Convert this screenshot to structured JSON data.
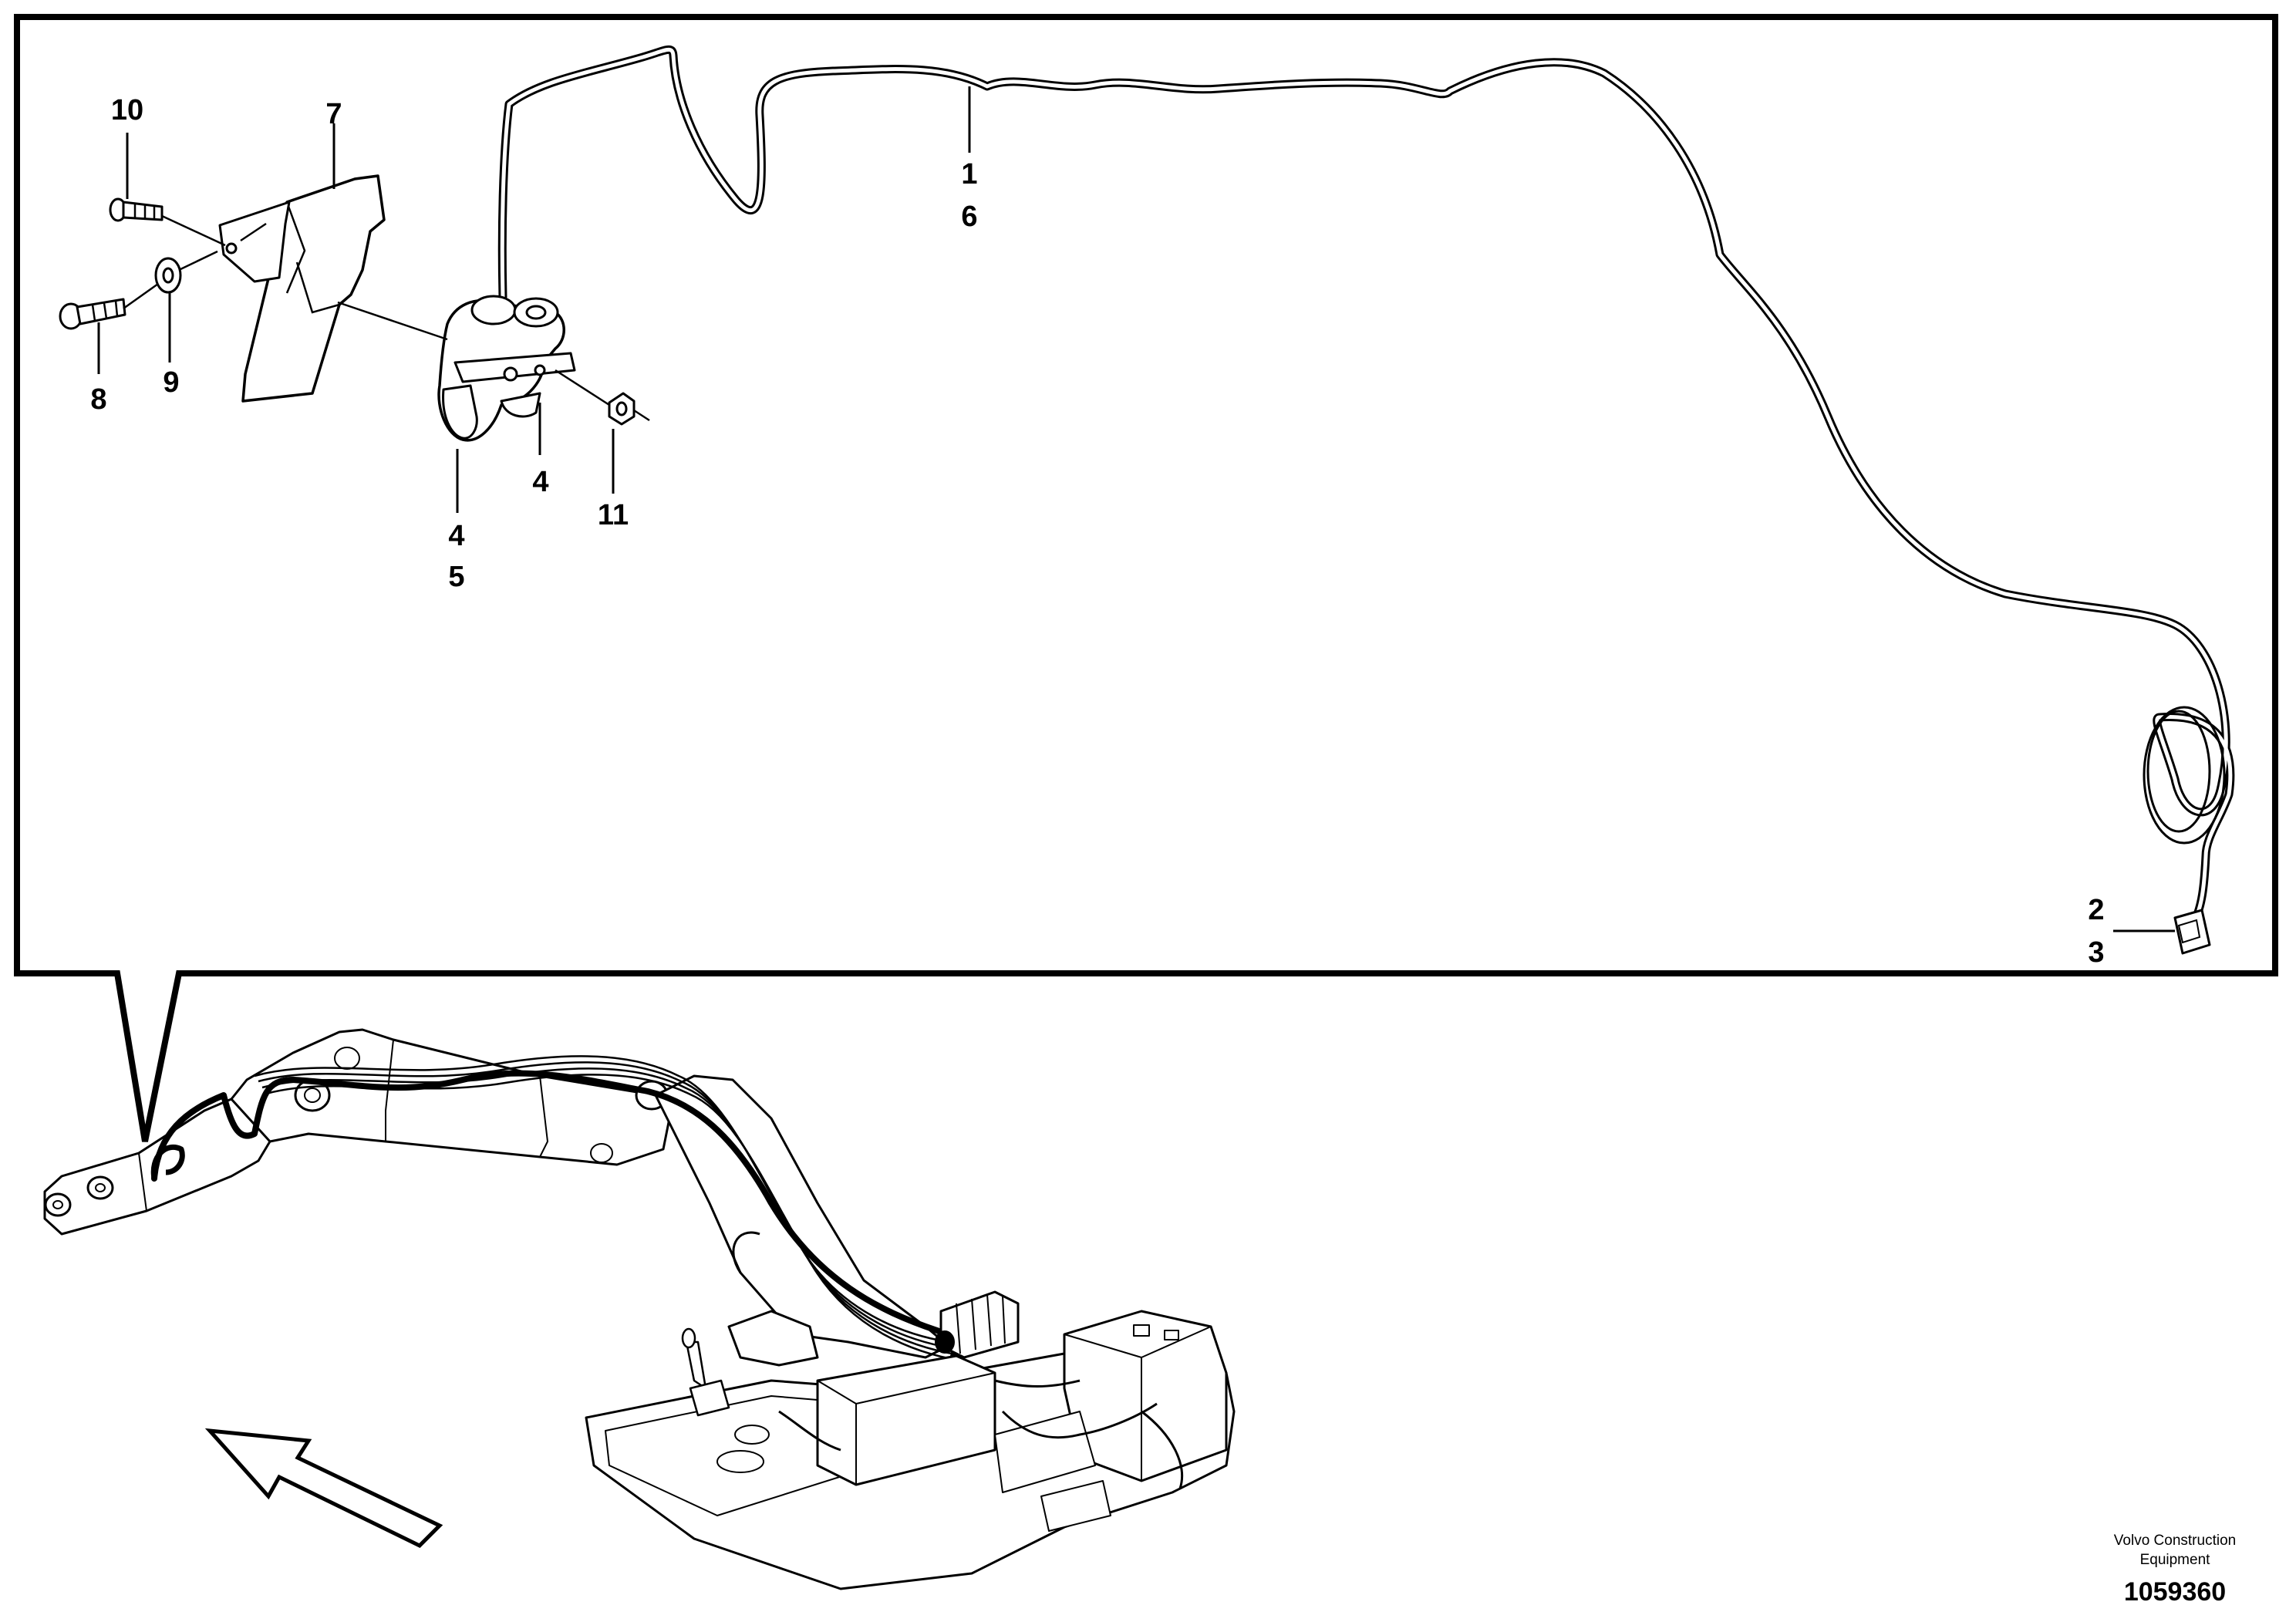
{
  "detail_callouts": {
    "c1": "1",
    "c6": "6",
    "c10": "10",
    "c7": "7",
    "c8": "8",
    "c9": "9",
    "c4a": "4",
    "c4b": "4",
    "c5": "5",
    "c11": "11",
    "c2": "2",
    "c3": "3"
  },
  "footer": {
    "brand_line1": "Volvo Construction",
    "brand_line2": "Equipment",
    "drawing_number": "1059360"
  }
}
